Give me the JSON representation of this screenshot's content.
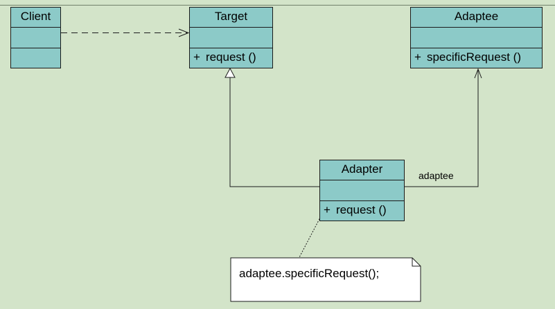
{
  "diagram": {
    "classes": {
      "client": {
        "name": "Client"
      },
      "target": {
        "name": "Target",
        "operation_visibility": "+",
        "operation": "request ()"
      },
      "adaptee": {
        "name": "Adaptee",
        "operation_visibility": "+",
        "operation": "specificRequest ()"
      },
      "adapter": {
        "name": "Adapter",
        "operation_visibility": "+",
        "operation": "request ()"
      }
    },
    "relationships": [
      {
        "type": "dependency",
        "from": "Client",
        "to": "Target"
      },
      {
        "type": "generalization",
        "from": "Adapter",
        "to": "Target"
      },
      {
        "type": "association",
        "from": "Adapter",
        "to": "Adaptee",
        "role": "adaptee"
      }
    ],
    "association_role": "adaptee",
    "note": {
      "text": "adaptee.specificRequest();"
    },
    "colors": {
      "background": "#d3e4c9",
      "class_fill": "#8ccac8",
      "note_fill": "#ffffff",
      "line": "#1a1a1a"
    }
  }
}
